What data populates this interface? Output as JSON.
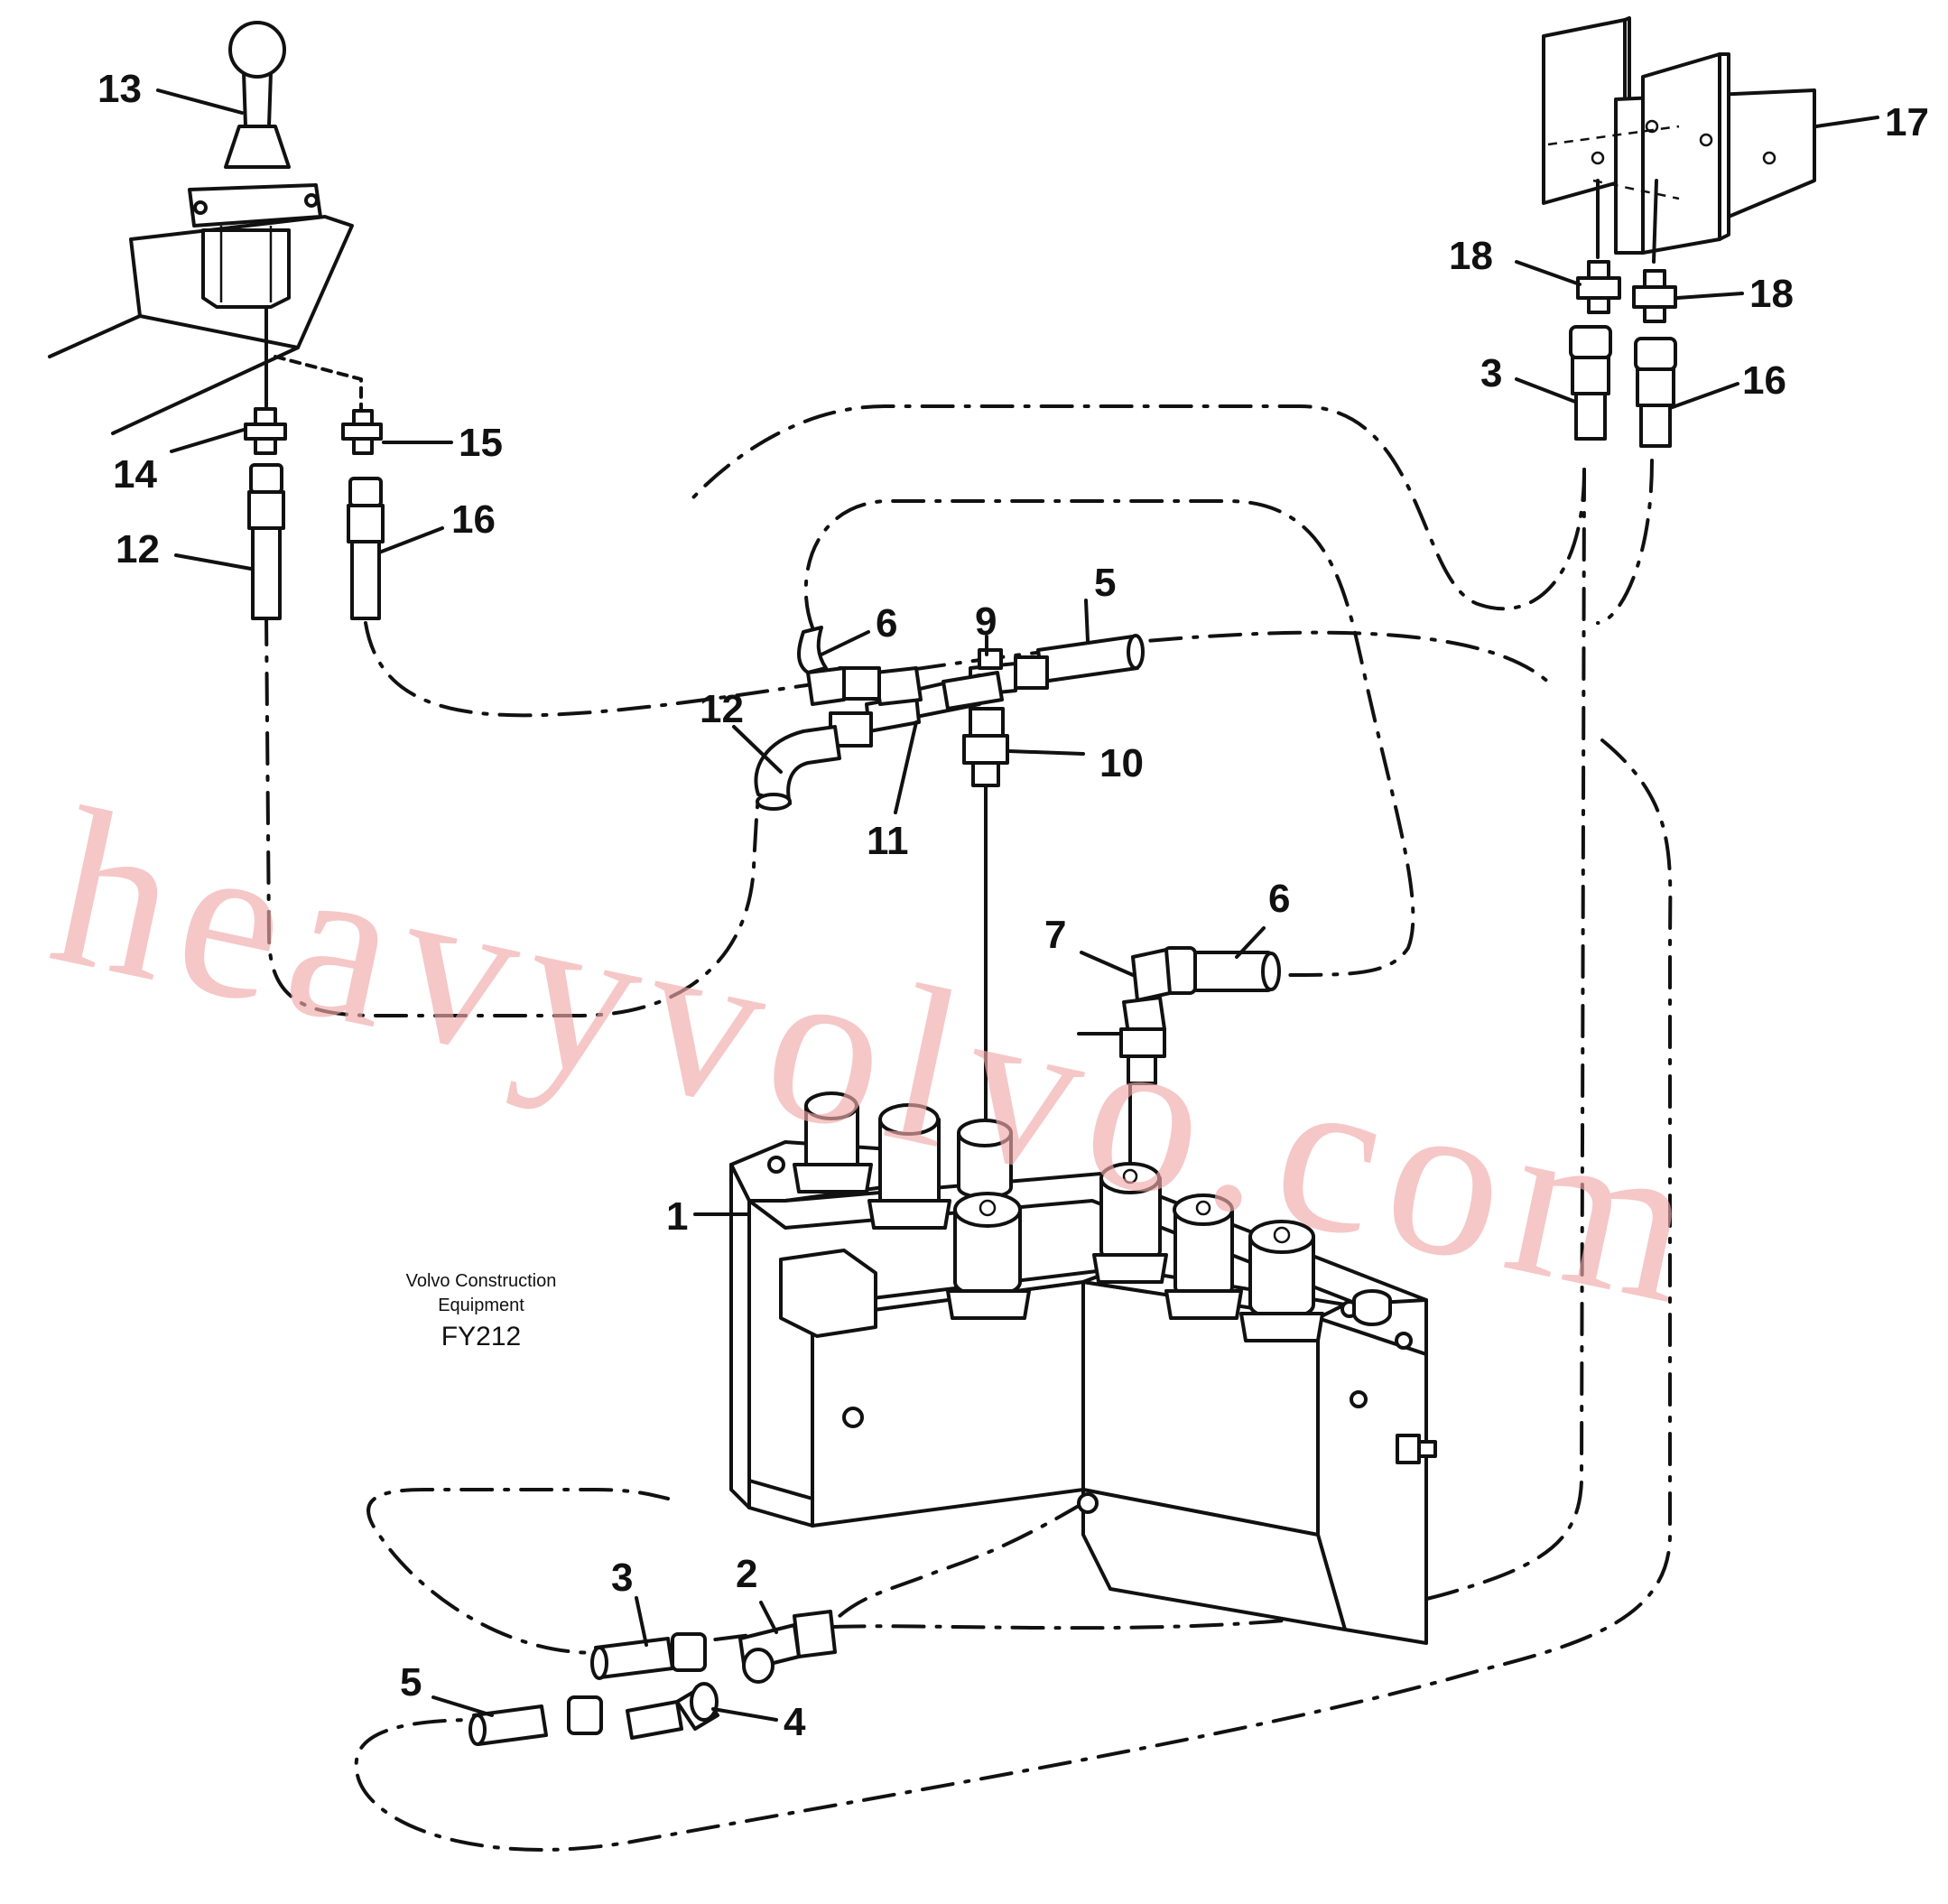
{
  "diagram": {
    "caption": {
      "brand_line1": "Volvo Construction",
      "brand_line2": "Equipment",
      "code": "FY212"
    },
    "watermark": "heavyvolvo.com",
    "callouts": [
      {
        "id": "c13",
        "label": "13"
      },
      {
        "id": "c14",
        "label": "14"
      },
      {
        "id": "c15",
        "label": "15"
      },
      {
        "id": "c12a",
        "label": "12"
      },
      {
        "id": "c16a",
        "label": "16"
      },
      {
        "id": "c6a",
        "label": "6"
      },
      {
        "id": "c9",
        "label": "9"
      },
      {
        "id": "c5a",
        "label": "5"
      },
      {
        "id": "c12b",
        "label": "12"
      },
      {
        "id": "c10",
        "label": "10"
      },
      {
        "id": "c11",
        "label": "11"
      },
      {
        "id": "c7",
        "label": "7"
      },
      {
        "id": "c6b",
        "label": "6"
      },
      {
        "id": "c1",
        "label": "1"
      },
      {
        "id": "c3a",
        "label": "3"
      },
      {
        "id": "c2",
        "label": "2"
      },
      {
        "id": "c5b",
        "label": "5"
      },
      {
        "id": "c4",
        "label": "4"
      },
      {
        "id": "c17",
        "label": "17"
      },
      {
        "id": "c18a",
        "label": "18"
      },
      {
        "id": "c18b",
        "label": "18"
      },
      {
        "id": "c3b",
        "label": "3"
      },
      {
        "id": "c16b",
        "label": "16"
      }
    ]
  }
}
